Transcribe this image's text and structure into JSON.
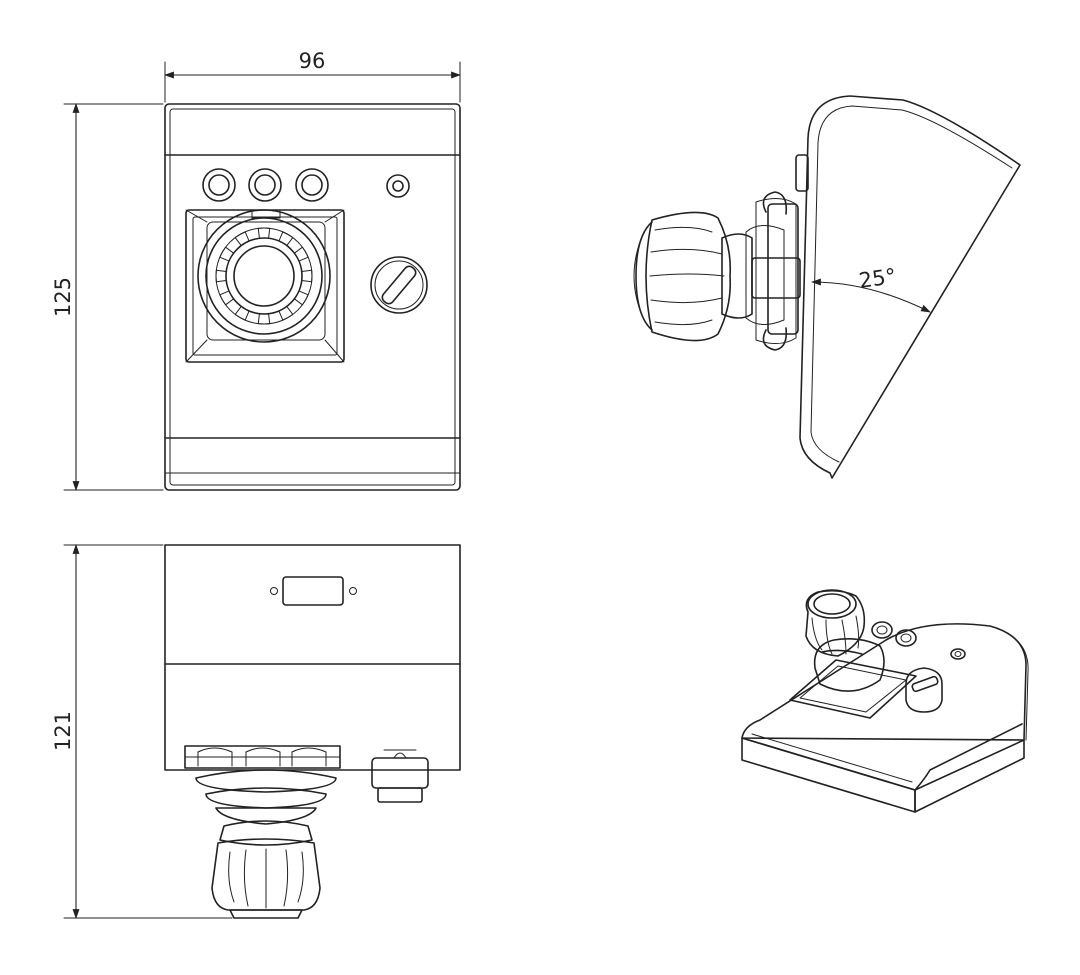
{
  "dimensions": {
    "front_width": "96",
    "front_height": "125",
    "side_height": "121",
    "tilt_angle": "25°"
  },
  "views": [
    "front-view",
    "bottom-view",
    "side-view",
    "isometric-view"
  ]
}
